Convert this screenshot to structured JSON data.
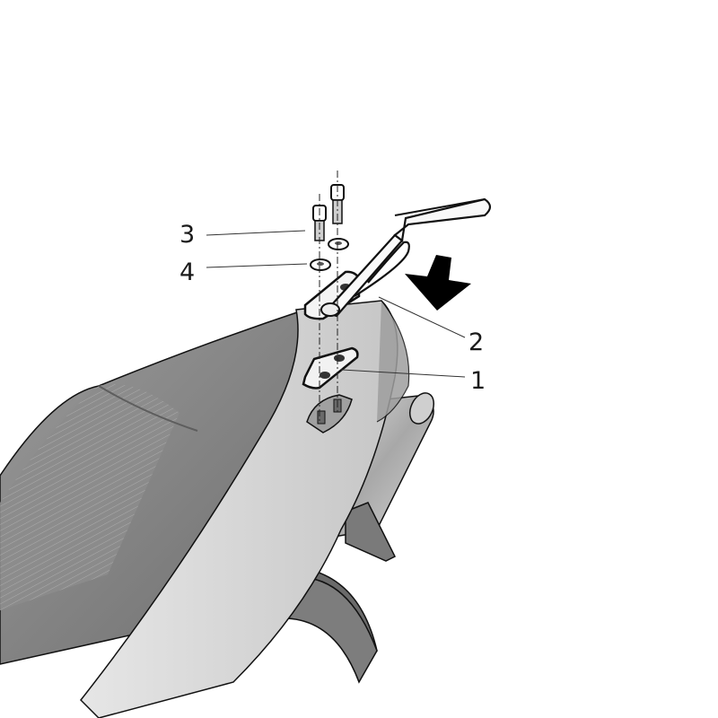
{
  "diagram": {
    "type": "exploded-assembly",
    "subject": "motorcycle rear top rack mounting",
    "colors": {
      "background": "#ffffff",
      "outline": "#111111",
      "seat": "#8a8a8a",
      "seat_dark": "#6e6e6e",
      "tail_fairing": "#d8d8d8",
      "exhaust": "#bdbdbd",
      "arrow": "#000000"
    },
    "callouts": [
      {
        "id": "1",
        "label": "1",
        "part": "mounting plate"
      },
      {
        "id": "2",
        "label": "2",
        "part": "rack arm"
      },
      {
        "id": "3",
        "label": "3",
        "part": "bolt"
      },
      {
        "id": "4",
        "label": "4",
        "part": "washer"
      }
    ],
    "direction_arrow": "down-arrow"
  }
}
